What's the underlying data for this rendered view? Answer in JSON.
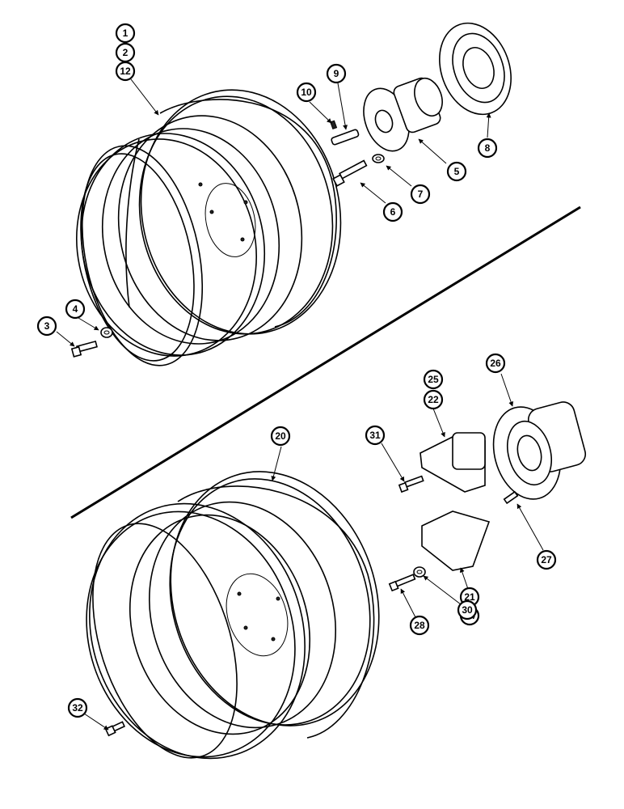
{
  "callouts": {
    "c1": "1",
    "c2": "2",
    "c12": "12",
    "c10": "10",
    "c9": "9",
    "c5": "5",
    "c8": "8",
    "c7": "7",
    "c6": "6",
    "c3": "3",
    "c4": "4",
    "c25": "25",
    "c22": "22",
    "c26": "26",
    "c31": "31",
    "c20": "20",
    "c27": "27",
    "c21": "21",
    "c24": "24",
    "c28": "28",
    "c30": "30",
    "c32": "32"
  }
}
